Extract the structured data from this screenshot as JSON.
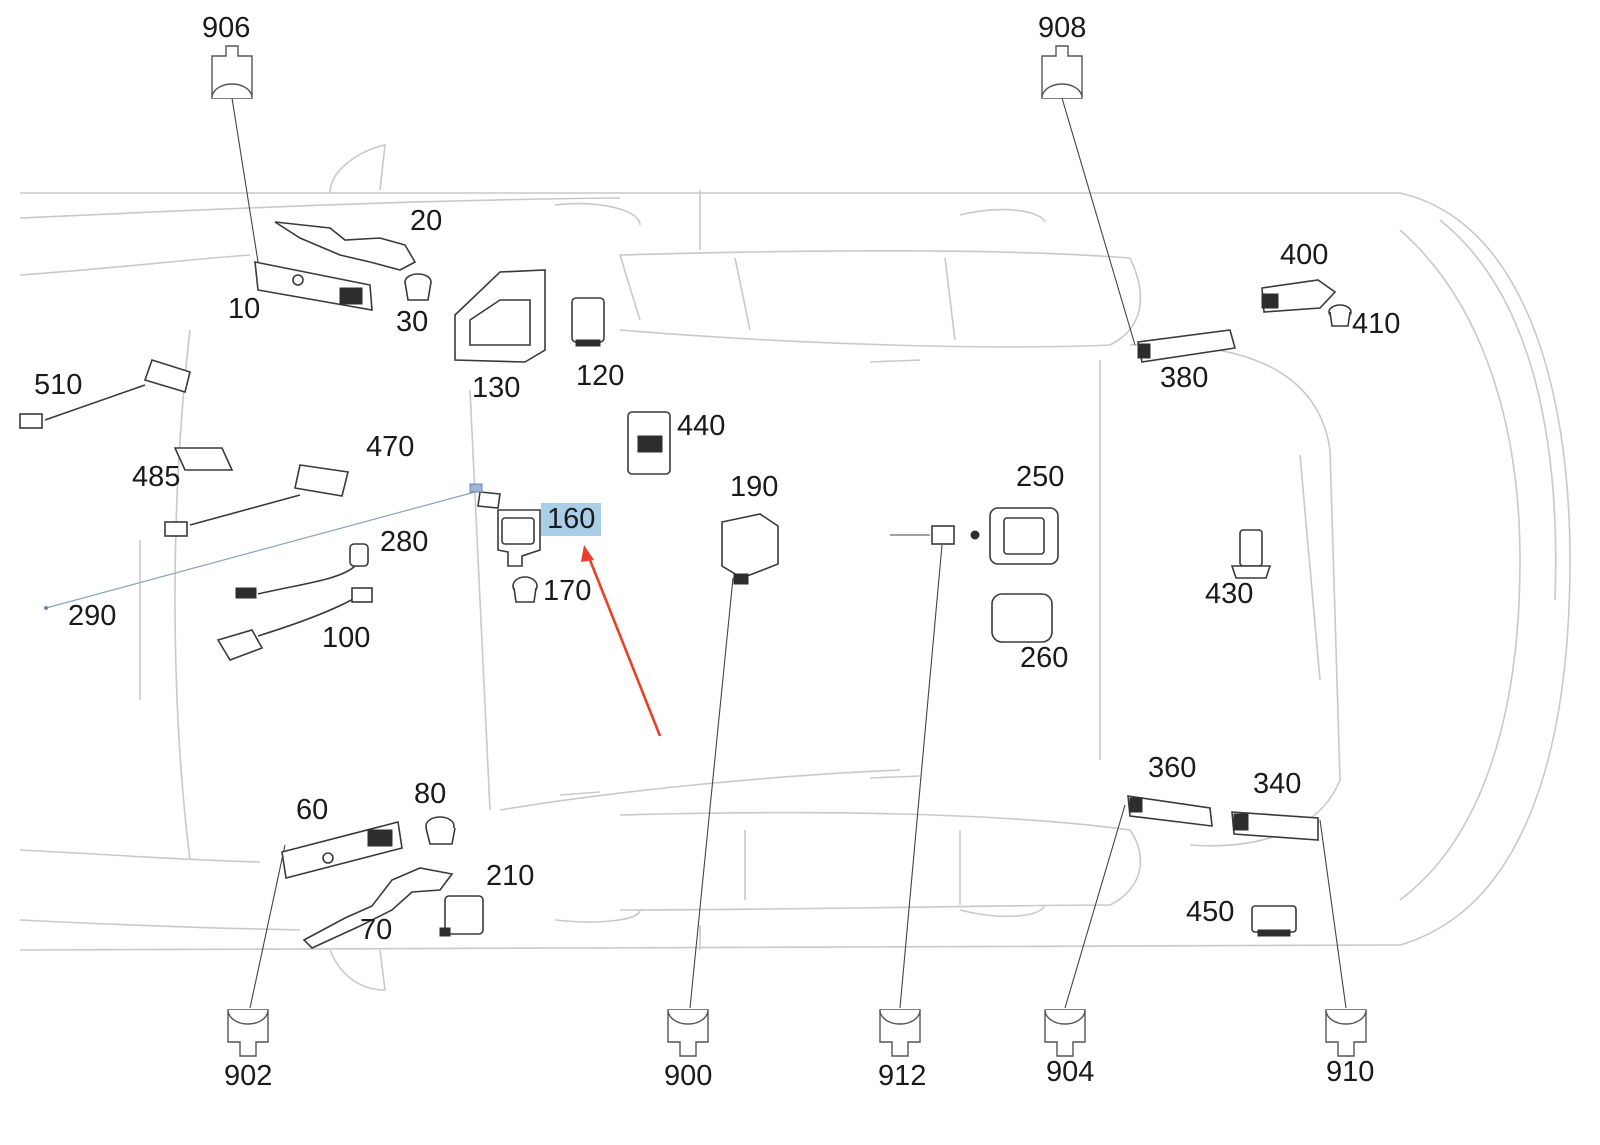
{
  "labels": {
    "p906": "906",
    "p908": "908",
    "p20": "20",
    "p10": "10",
    "p30": "30",
    "p130": "130",
    "p120": "120",
    "p400": "400",
    "p410": "410",
    "p380": "380",
    "p510": "510",
    "p440": "440",
    "p470": "470",
    "p485": "485",
    "p190": "190",
    "p250": "250",
    "p160": "160",
    "p280": "280",
    "p170": "170",
    "p430": "430",
    "p290": "290",
    "p100": "100",
    "p260": "260",
    "p360": "360",
    "p340": "340",
    "p80": "80",
    "p60": "60",
    "p210": "210",
    "p70": "70",
    "p450": "450",
    "p902": "902",
    "p900": "900",
    "p912": "912",
    "p904": "904",
    "p910": "910"
  },
  "highlight": {
    "part": "160",
    "color": "#a9cfe8"
  },
  "arrow": {
    "color": "#e8402a"
  }
}
